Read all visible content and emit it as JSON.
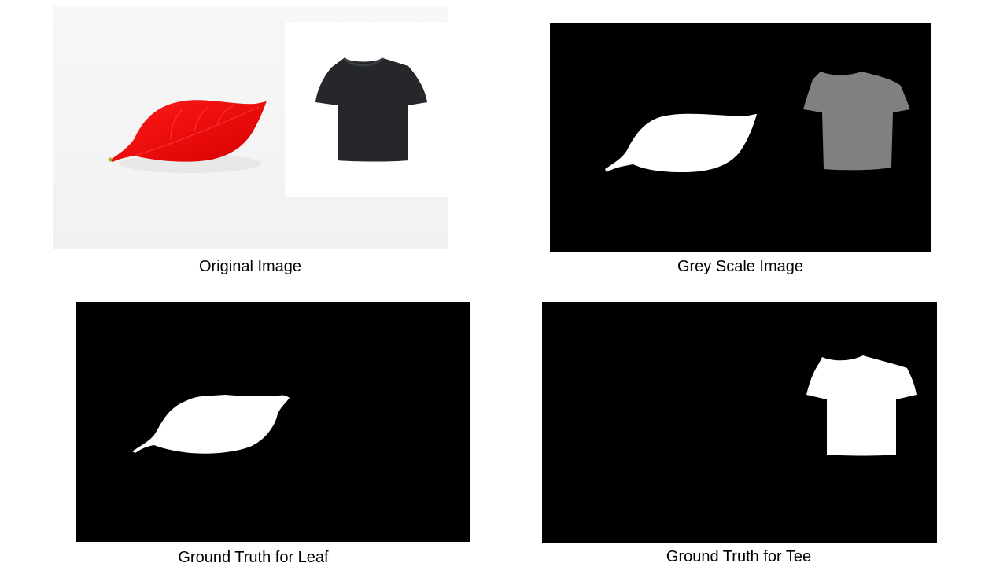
{
  "panels": [
    {
      "caption": "Original Image",
      "background": "#ffffff",
      "objects": [
        {
          "name": "leaf",
          "color": "#ff0000"
        },
        {
          "name": "tee",
          "color": "#25272b"
        }
      ]
    },
    {
      "caption": "Grey Scale Image",
      "background": "#000000",
      "objects": [
        {
          "name": "leaf",
          "color": "#ffffff"
        },
        {
          "name": "tee",
          "color": "#808080"
        }
      ]
    },
    {
      "caption": "Ground Truth for Leaf",
      "background": "#000000",
      "objects": [
        {
          "name": "leaf",
          "color": "#ffffff"
        }
      ]
    },
    {
      "caption": "Ground Truth for Tee",
      "background": "#000000",
      "objects": [
        {
          "name": "tee",
          "color": "#ffffff"
        }
      ]
    }
  ]
}
